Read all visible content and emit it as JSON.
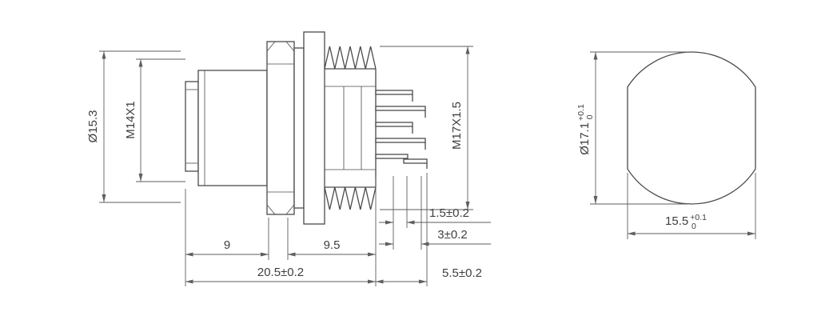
{
  "colors": {
    "background": "#ffffff",
    "outline": "#4a4a4a",
    "dimension": "#5e5e5e"
  },
  "side_view": {
    "dim_body_diameter": "Ø15.3",
    "dim_coupling_thread": "M14X1",
    "dim_mount_thread": "M17X1.5",
    "dim_front_length": "9",
    "dim_thread_length": "9.5",
    "dim_overall_length": "20.5±0.2",
    "dim_pin_tip": "1.5±0.2",
    "dim_pin_mid": "3±0.2",
    "dim_pin_overall": "5.5±0.2"
  },
  "front_view": {
    "dim_diameter": "Ø17.1",
    "dim_diameter_tol_upper": "+0.1",
    "dim_diameter_tol_lower": "0",
    "dim_across_flats": "15.5",
    "dim_across_flats_tol_upper": "+0.1",
    "dim_across_flats_tol_lower": "0"
  }
}
